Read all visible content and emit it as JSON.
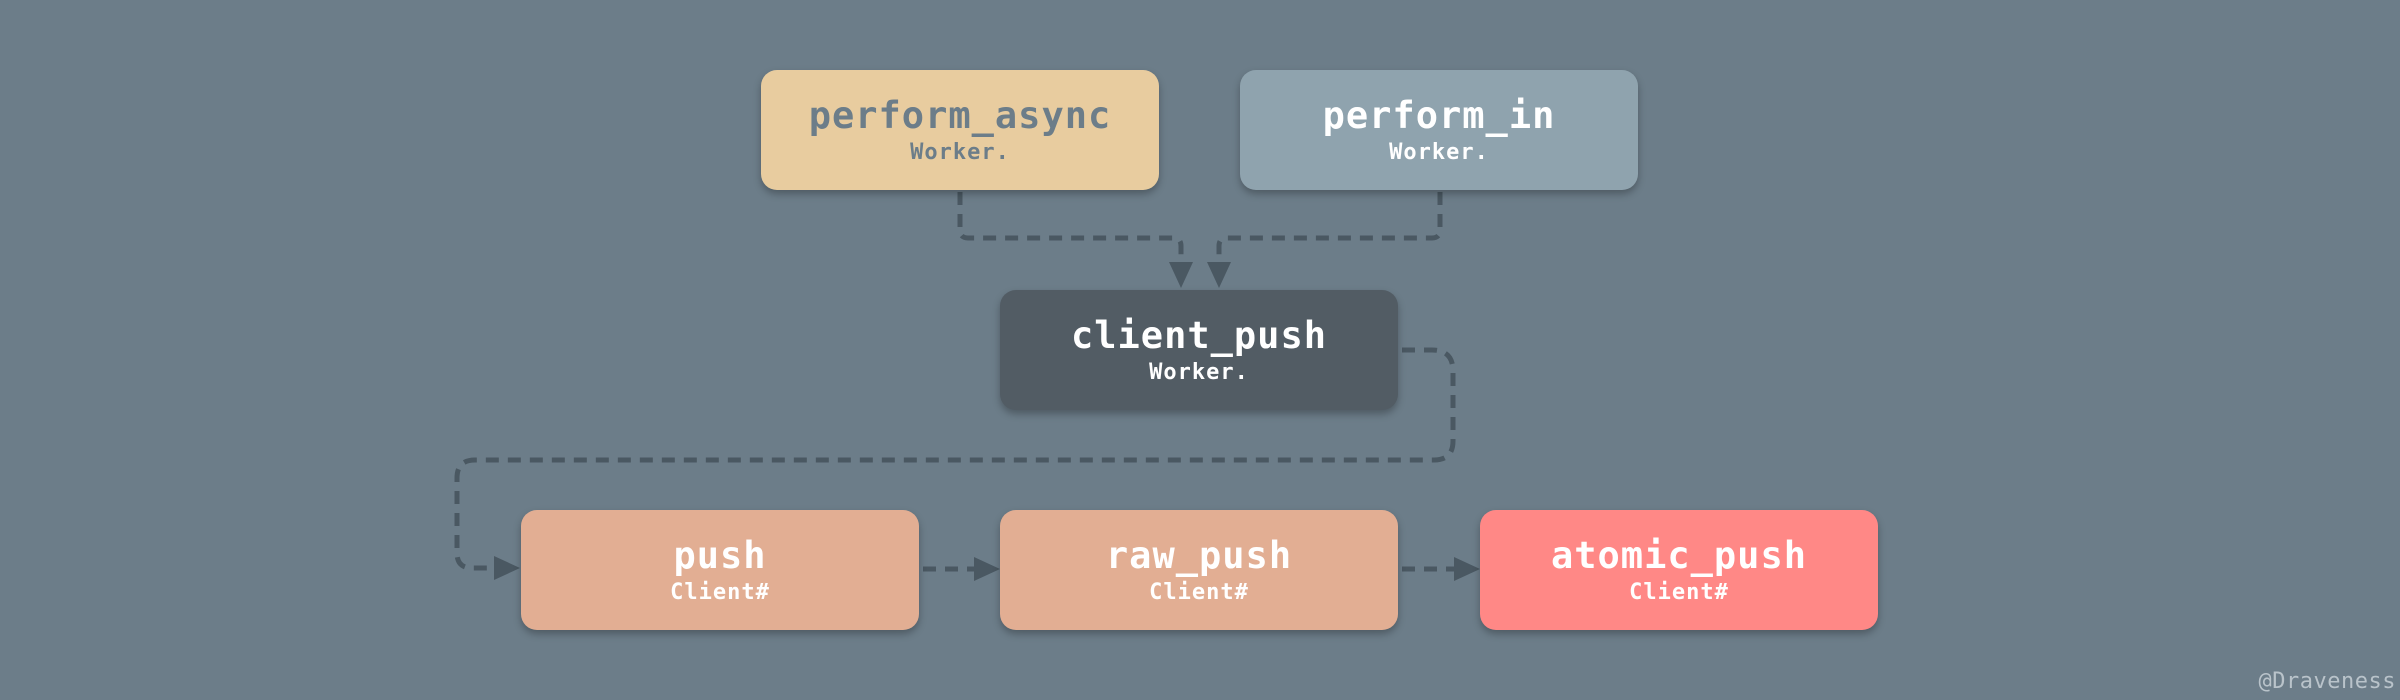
{
  "colors": {
    "background": "#6c7d89",
    "connector": "#4a5862",
    "perform_async_fill": "#e8cc9f",
    "perform_async_text": "#6c7d89",
    "perform_in_fill": "#8fa3ae",
    "client_push_fill": "#525c64",
    "push_fill": "#e2ae93",
    "atomic_push_fill": "#ff8886",
    "light_text": "#ffffff"
  },
  "nodes": {
    "perform_async": {
      "method": "perform_async",
      "prefix": "Worker."
    },
    "perform_in": {
      "method": "perform_in",
      "prefix": "Worker."
    },
    "client_push": {
      "method": "client_push",
      "prefix": "Worker."
    },
    "push": {
      "method": "push",
      "prefix": "Client#"
    },
    "raw_push": {
      "method": "raw_push",
      "prefix": "Client#"
    },
    "atomic_push": {
      "method": "atomic_push",
      "prefix": "Client#"
    }
  },
  "edges": [
    {
      "from": "perform_async",
      "to": "client_push"
    },
    {
      "from": "perform_in",
      "to": "client_push"
    },
    {
      "from": "client_push",
      "to": "push"
    },
    {
      "from": "push",
      "to": "raw_push"
    },
    {
      "from": "raw_push",
      "to": "atomic_push"
    }
  ],
  "watermark": "@Draveness"
}
